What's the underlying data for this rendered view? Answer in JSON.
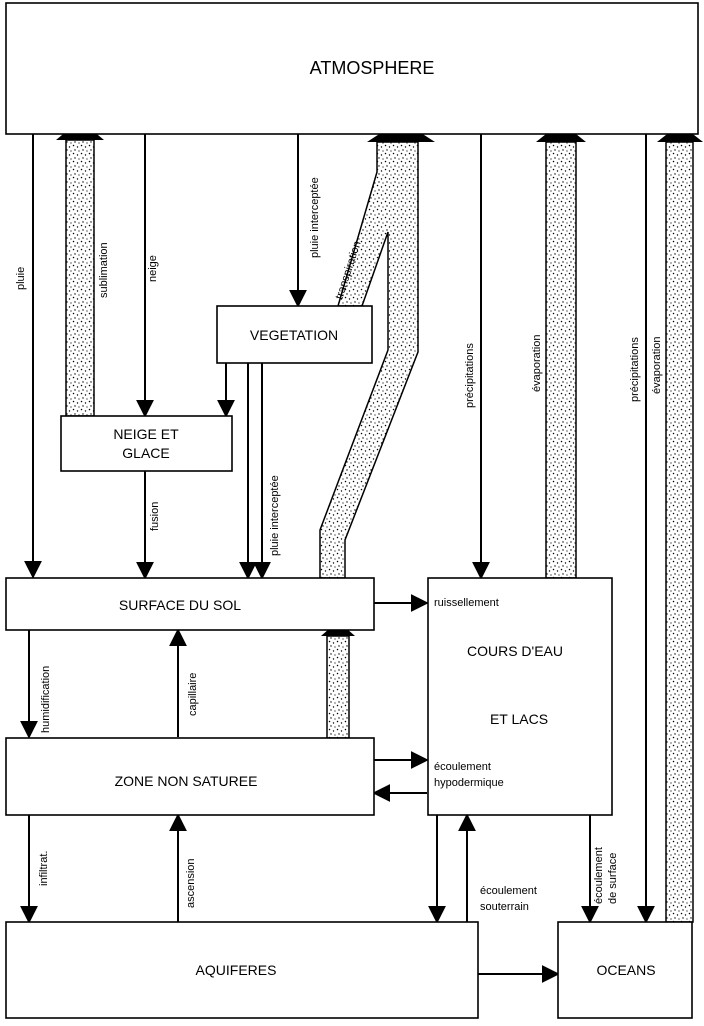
{
  "boxes": {
    "atmosphere": "ATMOSPHERE",
    "vegetation": "VEGETATION",
    "neige_line1": "NEIGE ET",
    "neige_line2": "GLACE",
    "surface": "SURFACE DU SOL",
    "zone": "ZONE NON SATUREE",
    "aquiferes": "AQUIFERES",
    "oceans": "OCEANS",
    "cours_line1": "COURS D'EAU",
    "cours_line2": "ET LACS"
  },
  "labels": {
    "pluie": "pluie",
    "sublimation": "sublimation",
    "neige": "neige",
    "pluie_interceptee_top": "pluie interceptée",
    "transpiration": "transpiration",
    "precipitations_1": "précipitations",
    "evaporation_1": "évaporation",
    "precipitations_2": "précipitations",
    "evaporation_2": "évaporation",
    "fusion": "fusion",
    "pluie_interceptee_mid": "pluie interceptée",
    "ruissellement": "ruissellement",
    "humidification": "humidification",
    "capillaire": "capillaire",
    "ecoulement_hypo_1": "écoulement",
    "ecoulement_hypo_2": "hypodermique",
    "infiltrat": "infiltrat.",
    "ascension": "ascension",
    "ecoulement_sout_1": "écoulement",
    "ecoulement_sout_2": "souterrain",
    "ecoulement_surf_1": "écoulement",
    "ecoulement_surf_2": "de surface"
  }
}
